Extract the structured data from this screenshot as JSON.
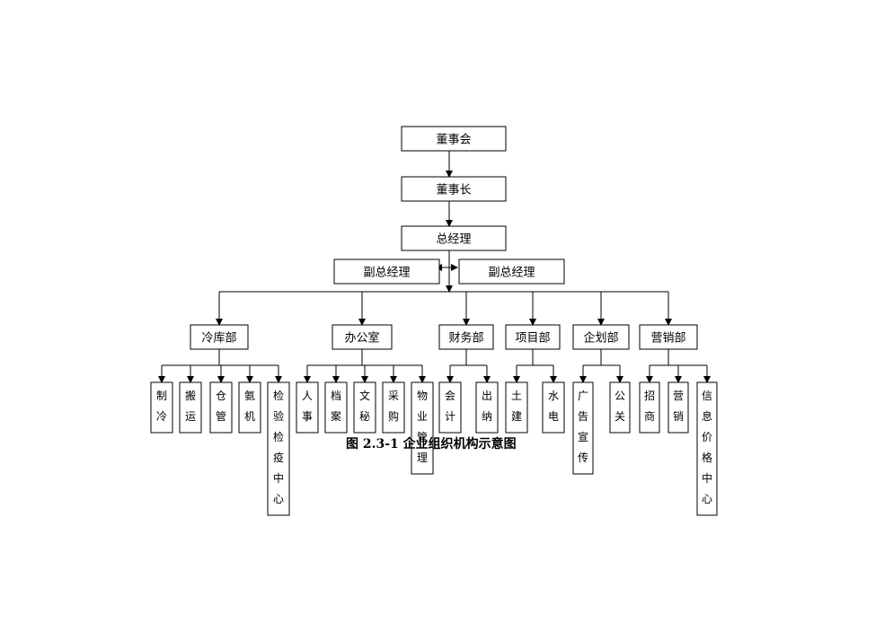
{
  "board": "董事会",
  "chairman": "董事长",
  "general_manager": "总经理",
  "deputy_managers": [
    "副总经理",
    "副总经理"
  ],
  "departments": [
    {
      "name": "冷库部",
      "units": [
        "制冷",
        "搬运",
        "仓管",
        "氨机",
        "检验检疫中心"
      ]
    },
    {
      "name": "办公室",
      "units": [
        "人事",
        "档案",
        "文秘",
        "采购",
        "物业管理"
      ]
    },
    {
      "name": "财务部",
      "units": [
        "会计",
        "出纳"
      ]
    },
    {
      "name": "项目部",
      "units": [
        "土建",
        "水电"
      ]
    },
    {
      "name": "企划部",
      "units": [
        "广告宣传",
        "公关"
      ]
    },
    {
      "name": "营销部",
      "units": [
        "招商",
        "营销",
        "信息价格中心"
      ]
    }
  ],
  "caption": "图 2.3-1  企业组织机构示意图"
}
